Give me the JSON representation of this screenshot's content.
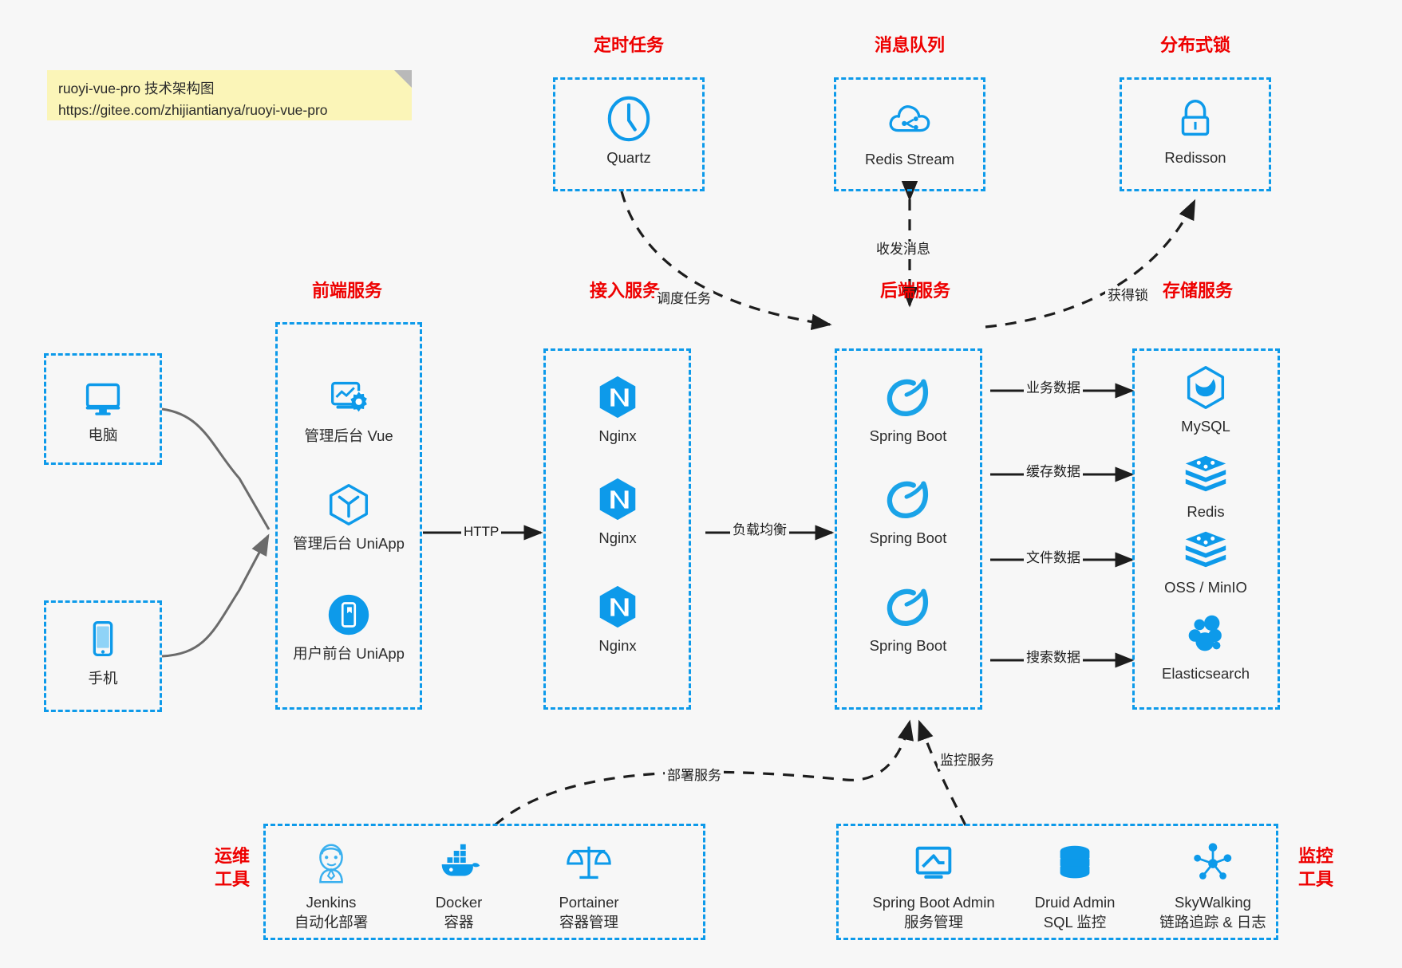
{
  "note": {
    "line1": "ruoyi-vue-pro 技术架构图",
    "line2": "https://gitee.com/zhijiantianya/ruoyi-vue-pro"
  },
  "groups": {
    "scheduler": {
      "title": "定时任务",
      "nodes": [
        {
          "label": "Quartz",
          "icon": "clock-icon"
        }
      ]
    },
    "mq": {
      "title": "消息队列",
      "nodes": [
        {
          "label": "Redis Stream",
          "icon": "cloud-stream-icon"
        }
      ]
    },
    "lock": {
      "title": "分布式锁",
      "nodes": [
        {
          "label": "Redisson",
          "icon": "padlock-icon"
        }
      ]
    },
    "clients": {
      "title": "",
      "nodes": [
        {
          "label": "电脑",
          "icon": "desktop-monitor-icon"
        },
        {
          "label": "手机",
          "icon": "mobile-phone-icon"
        }
      ]
    },
    "frontend": {
      "title": "前端服务",
      "nodes": [
        {
          "label": "管理后台 Vue",
          "icon": "dashboard-gear-icon"
        },
        {
          "label": "管理后台 UniApp",
          "icon": "hexagon-cube-icon"
        },
        {
          "label": "用户前台 UniApp",
          "icon": "mobile-app-icon"
        }
      ]
    },
    "gateway": {
      "title": "接入服务",
      "nodes": [
        {
          "label": "Nginx",
          "icon": "nginx-icon"
        },
        {
          "label": "Nginx",
          "icon": "nginx-icon"
        },
        {
          "label": "Nginx",
          "icon": "nginx-icon"
        }
      ]
    },
    "backend": {
      "title": "后端服务",
      "nodes": [
        {
          "label": "Spring Boot",
          "icon": "spring-leaf-icon"
        },
        {
          "label": "Spring Boot",
          "icon": "spring-leaf-icon"
        },
        {
          "label": "Spring Boot",
          "icon": "spring-leaf-icon"
        }
      ]
    },
    "storage": {
      "title": "存储服务",
      "nodes": [
        {
          "label": "MySQL",
          "icon": "mysql-dolphin-icon"
        },
        {
          "label": "Redis",
          "icon": "redis-stack-icon"
        },
        {
          "label": "OSS / MinIO",
          "icon": "object-storage-icon"
        },
        {
          "label": "Elasticsearch",
          "icon": "elasticsearch-icon"
        }
      ]
    },
    "devops": {
      "title": "运维\n工具",
      "title_line1": "运维",
      "title_line2": "工具",
      "nodes": [
        {
          "label": "Jenkins",
          "sub": "自动化部署",
          "icon": "jenkins-butler-icon"
        },
        {
          "label": "Docker",
          "sub": "容器",
          "icon": "docker-whale-icon"
        },
        {
          "label": "Portainer",
          "sub": "容器管理",
          "icon": "scales-balance-icon"
        }
      ]
    },
    "monitor": {
      "title_line1": "监控",
      "title_line2": "工具",
      "nodes": [
        {
          "label": "Spring Boot Admin",
          "sub": "服务管理",
          "icon": "monitor-chart-icon"
        },
        {
          "label": "Druid Admin",
          "sub": "SQL 监控",
          "icon": "database-stack-icon"
        },
        {
          "label": "SkyWalking",
          "sub": "链路追踪 & 日志",
          "icon": "skywalking-node-icon"
        }
      ]
    }
  },
  "edges": {
    "http": "HTTP",
    "load_balance": "负载均衡",
    "schedule_task": "调度任务",
    "send_receive_message": "收发消息",
    "acquire_lock": "获得锁",
    "business_data": "业务数据",
    "cache_data": "缓存数据",
    "file_data": "文件数据",
    "search_data": "搜索数据",
    "deploy_service": "部署服务",
    "monitor_service": "监控服务"
  },
  "colors": {
    "accent_blue": "#0d9aea",
    "title_red": "#ee0000",
    "note_yellow": "#fbf5b8",
    "background": "#f7f7f7",
    "text": "#2b2b2b"
  }
}
